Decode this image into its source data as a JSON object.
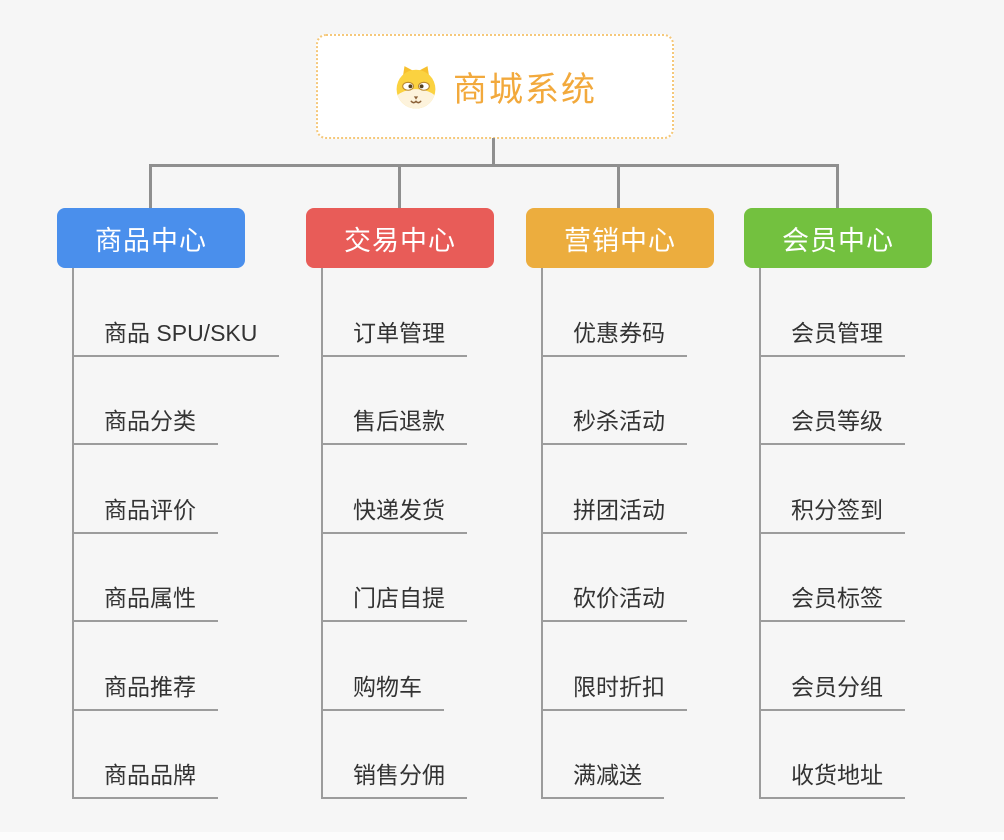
{
  "title": {
    "label": "商城系统",
    "icon": "dog-face-icon",
    "accent_color": "#F2A93C",
    "border_color": "#F5C87A"
  },
  "style": {
    "background": "#F6F6F6",
    "connector_color": "#8F8F8F",
    "underline_color": "#9C9C9C",
    "item_text_color": "#333333"
  },
  "branches": [
    {
      "label": "商品中心",
      "color": "#4A8FEC",
      "items": [
        "商品 SPU/SKU",
        "商品分类",
        "商品评价",
        "商品属性",
        "商品推荐",
        "商品品牌"
      ]
    },
    {
      "label": "交易中心",
      "color": "#E85C58",
      "items": [
        "订单管理",
        "售后退款",
        "快递发货",
        "门店自提",
        "购物车",
        "销售分佣"
      ]
    },
    {
      "label": "营销中心",
      "color": "#ECAD3E",
      "items": [
        "优惠券码",
        "秒杀活动",
        "拼团活动",
        "砍价活动",
        "限时折扣",
        "满减送"
      ]
    },
    {
      "label": "会员中心",
      "color": "#73C13F",
      "items": [
        "会员管理",
        "会员等级",
        "积分签到",
        "会员标签",
        "会员分组",
        "收货地址"
      ]
    }
  ]
}
